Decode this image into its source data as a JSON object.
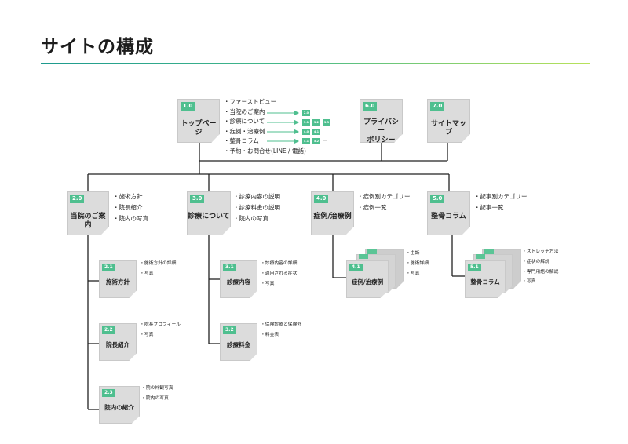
{
  "title": "サイトの構成",
  "nodes": {
    "top": {
      "badge": "1.0",
      "label": "トップページ",
      "notes": [
        "・ファーストビュー",
        "・当院のご案内",
        "・診療について",
        "・症例・治療例",
        "・整骨コラム",
        "・予約・お問合せ(LINE / 電話)"
      ]
    },
    "privacy": {
      "badge": "6.0",
      "label_lines": [
        "プライバシー",
        "ポリシー"
      ]
    },
    "sitemap": {
      "badge": "7.0",
      "label": "サイトマップ"
    },
    "about": {
      "badge": "2.0",
      "label": "当院のご案内",
      "notes": [
        "・施術方針",
        "・院長紹介",
        "・院内の写真"
      ]
    },
    "treatment": {
      "badge": "3.0",
      "label": "診療について",
      "notes": [
        "・診療内容の説明",
        "・診療料金の説明",
        "・院内の写真"
      ]
    },
    "cases": {
      "badge": "4.0",
      "label": "症例/治療例",
      "notes": [
        "・症例別カテゴリー",
        "・症例一覧"
      ]
    },
    "column": {
      "badge": "5.0",
      "label": "整骨コラム",
      "notes": [
        "・記事別カテゴリー",
        "・記事一覧"
      ]
    },
    "about_policy": {
      "badge": "2.1",
      "label": "施術方針",
      "notes": [
        "・施術方針の詳細",
        "・写真"
      ]
    },
    "about_director": {
      "badge": "2.2",
      "label": "院長紹介",
      "notes": [
        "・院長プロフィール",
        "・写真"
      ]
    },
    "about_clinic": {
      "badge": "2.3",
      "label": "院内の紹介",
      "notes": [
        "・院の外観写真",
        "・院内の写真"
      ]
    },
    "treatment_content": {
      "badge": "3.1",
      "label": "診療内容",
      "notes": [
        "・診療内容の詳細",
        "・適用される症状",
        "・写真"
      ]
    },
    "treatment_fee": {
      "badge": "3.2",
      "label": "診療料金",
      "notes": [
        "・保険診療と保険外",
        "・料金表"
      ]
    },
    "case_detail": {
      "badge": "4.1",
      "label": "症例/治療例",
      "notes": [
        "・主訴",
        "・施術詳細",
        "・写真"
      ]
    },
    "column_detail": {
      "badge": "5.1",
      "label": "整骨コラム",
      "notes": [
        "・ストレッチ方法",
        "・症状の解説",
        "・専門用語の解説",
        "・写真"
      ]
    }
  },
  "mini_badges": {
    "row1": [
      "2.0"
    ],
    "row2": [
      "3.1",
      "3.2",
      "3.3"
    ],
    "row3": [
      "4.0",
      "4.1"
    ],
    "row4": [
      "5.1",
      "5.2"
    ],
    "ellipsis": "…"
  },
  "colors": {
    "accent": "#4fbf8f",
    "page": "#dcdcdc",
    "line": "#222222",
    "rule_start": "#1d9a8e",
    "rule_end": "#b9e25a"
  }
}
